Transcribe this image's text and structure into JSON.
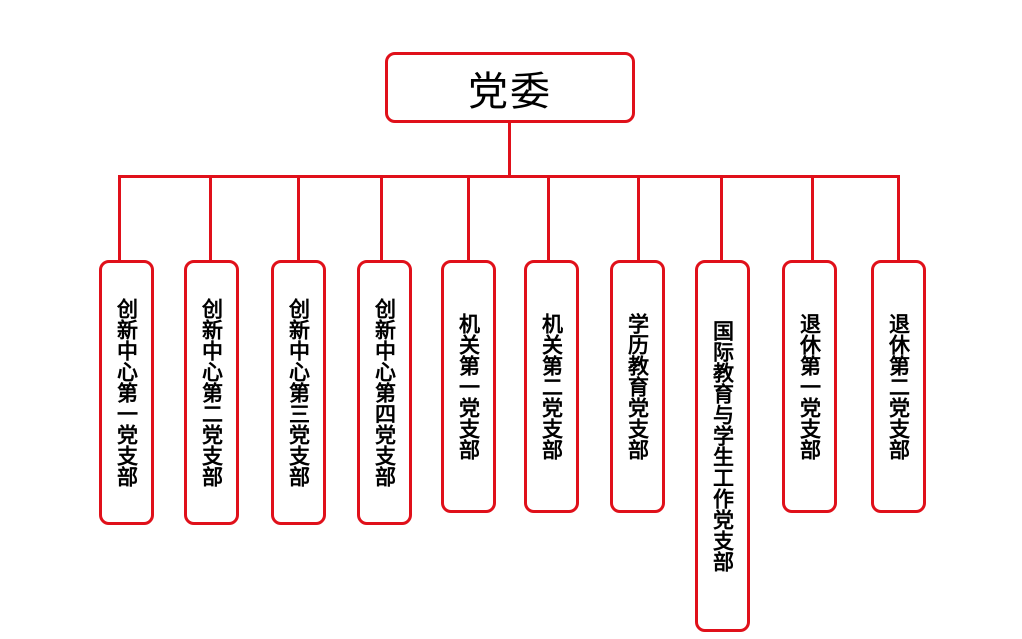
{
  "org_chart": {
    "root": {
      "label": "党委"
    },
    "branches": [
      {
        "label": "创新中心第一党支部"
      },
      {
        "label": "创新中心第二党支部"
      },
      {
        "label": "创新中心第三党支部"
      },
      {
        "label": "创新中心第四党支部"
      },
      {
        "label": "机关第一党支部"
      },
      {
        "label": "机关第二党支部"
      },
      {
        "label": "学历教育党支部"
      },
      {
        "label": "国际教育与学生工作党支部"
      },
      {
        "label": "退休第一党支部"
      },
      {
        "label": "退休第二党支部"
      }
    ],
    "colors": {
      "border": "#e0101a",
      "text": "#000000",
      "background": "#ffffff"
    }
  }
}
